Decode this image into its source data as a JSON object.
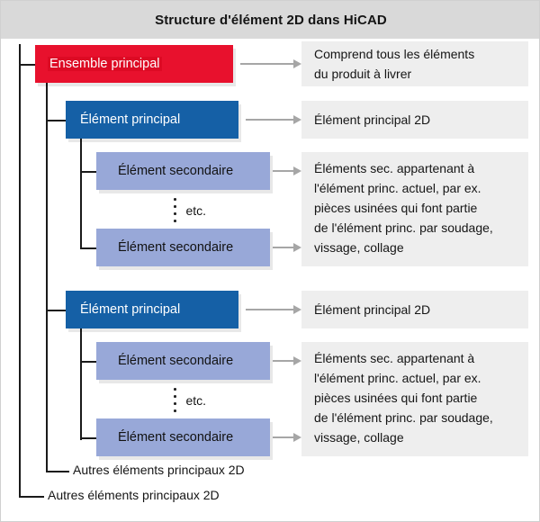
{
  "header": {
    "title": "Structure d'élément 2D dans HiCAD"
  },
  "colors": {
    "title_bar_bg": "#D9D9D9",
    "assembly_red": "#E8112D",
    "main_element_blue": "#1560A6",
    "sub_element_lilac": "#98A8D8",
    "panel_gray": "#EEEEEE",
    "line_black": "#1A1A1A",
    "arrow_gray": "#A6A6A6"
  },
  "labels": {
    "assembly": "Ensemble principal",
    "main_element": "Élément principal",
    "sub_element": "Élément secondaire",
    "etc": "etc.",
    "other_main_elements": "Autres éléments principaux 2D"
  },
  "descriptions": {
    "assembly": "Comprend tous les éléments\ndu produit à livrer",
    "main_element": "Élément principal 2D",
    "sub_element": "Éléments sec. appartenant à\nl'élément princ. actuel, par ex.\npièces usinées qui font partie\nde l'élément princ. par soudage,\nvissage, collage"
  },
  "tree": {
    "groups": [
      {
        "main_element": "Élément principal",
        "main_description": "Élément principal 2D",
        "sub_elements": [
          "Élément secondaire",
          "Élément secondaire"
        ],
        "etc": "etc.",
        "sub_description": "Éléments sec. appartenant à\nl'élément princ. actuel, par ex.\npièces usinées qui font partie\nde l'élément princ. par soudage,\nvissage, collage",
        "other_leaf": "Autres éléments principaux 2D"
      },
      {
        "main_element": "Élément principal",
        "main_description": "Élément principal 2D",
        "sub_elements": [
          "Élément secondaire",
          "Élément secondaire"
        ],
        "etc": "etc.",
        "sub_description": "Éléments sec. appartenant à\nl'élément princ. actuel, par ex.\npièces usinées qui font partie\nde l'élément princ. par soudage,\nvissage, collage",
        "other_leaf": "Autres éléments principaux 2D"
      }
    ],
    "root_leaf": "Autres éléments principaux 2D"
  }
}
